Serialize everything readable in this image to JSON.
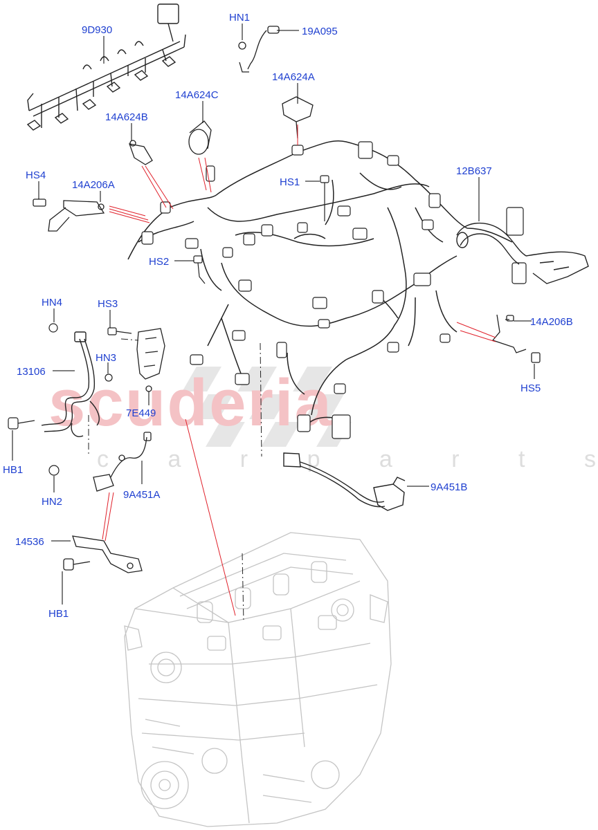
{
  "colors": {
    "label": "#1e3fd0",
    "leader": "#000000",
    "red_leader": "#e0202a",
    "part_line": "#222222",
    "engine_line": "#c8c8c8",
    "watermark_red": "#f2b8bc",
    "watermark_grey": "#e3e3e3"
  },
  "watermark": {
    "brand": "scuderia",
    "sub": "c a r p a r t s"
  },
  "labels": {
    "9D930": "9D930",
    "HN1": "HN1",
    "19A095": "19A095",
    "14A624A": "14A624A",
    "14A624C": "14A624C",
    "14A624B": "14A624B",
    "HS4": "HS4",
    "14A206A": "14A206A",
    "HS1": "HS1",
    "12B637": "12B637",
    "HS2": "HS2",
    "HN4": "HN4",
    "HS3": "HS3",
    "HN3": "HN3",
    "13106": "13106",
    "7E449": "7E449",
    "14A206B": "14A206B",
    "HS5": "HS5",
    "HB1_top": "HB1",
    "HN2": "HN2",
    "9A451A": "9A451A",
    "9A451B": "9A451B",
    "14536": "14536",
    "HB1_bottom": "HB1"
  }
}
